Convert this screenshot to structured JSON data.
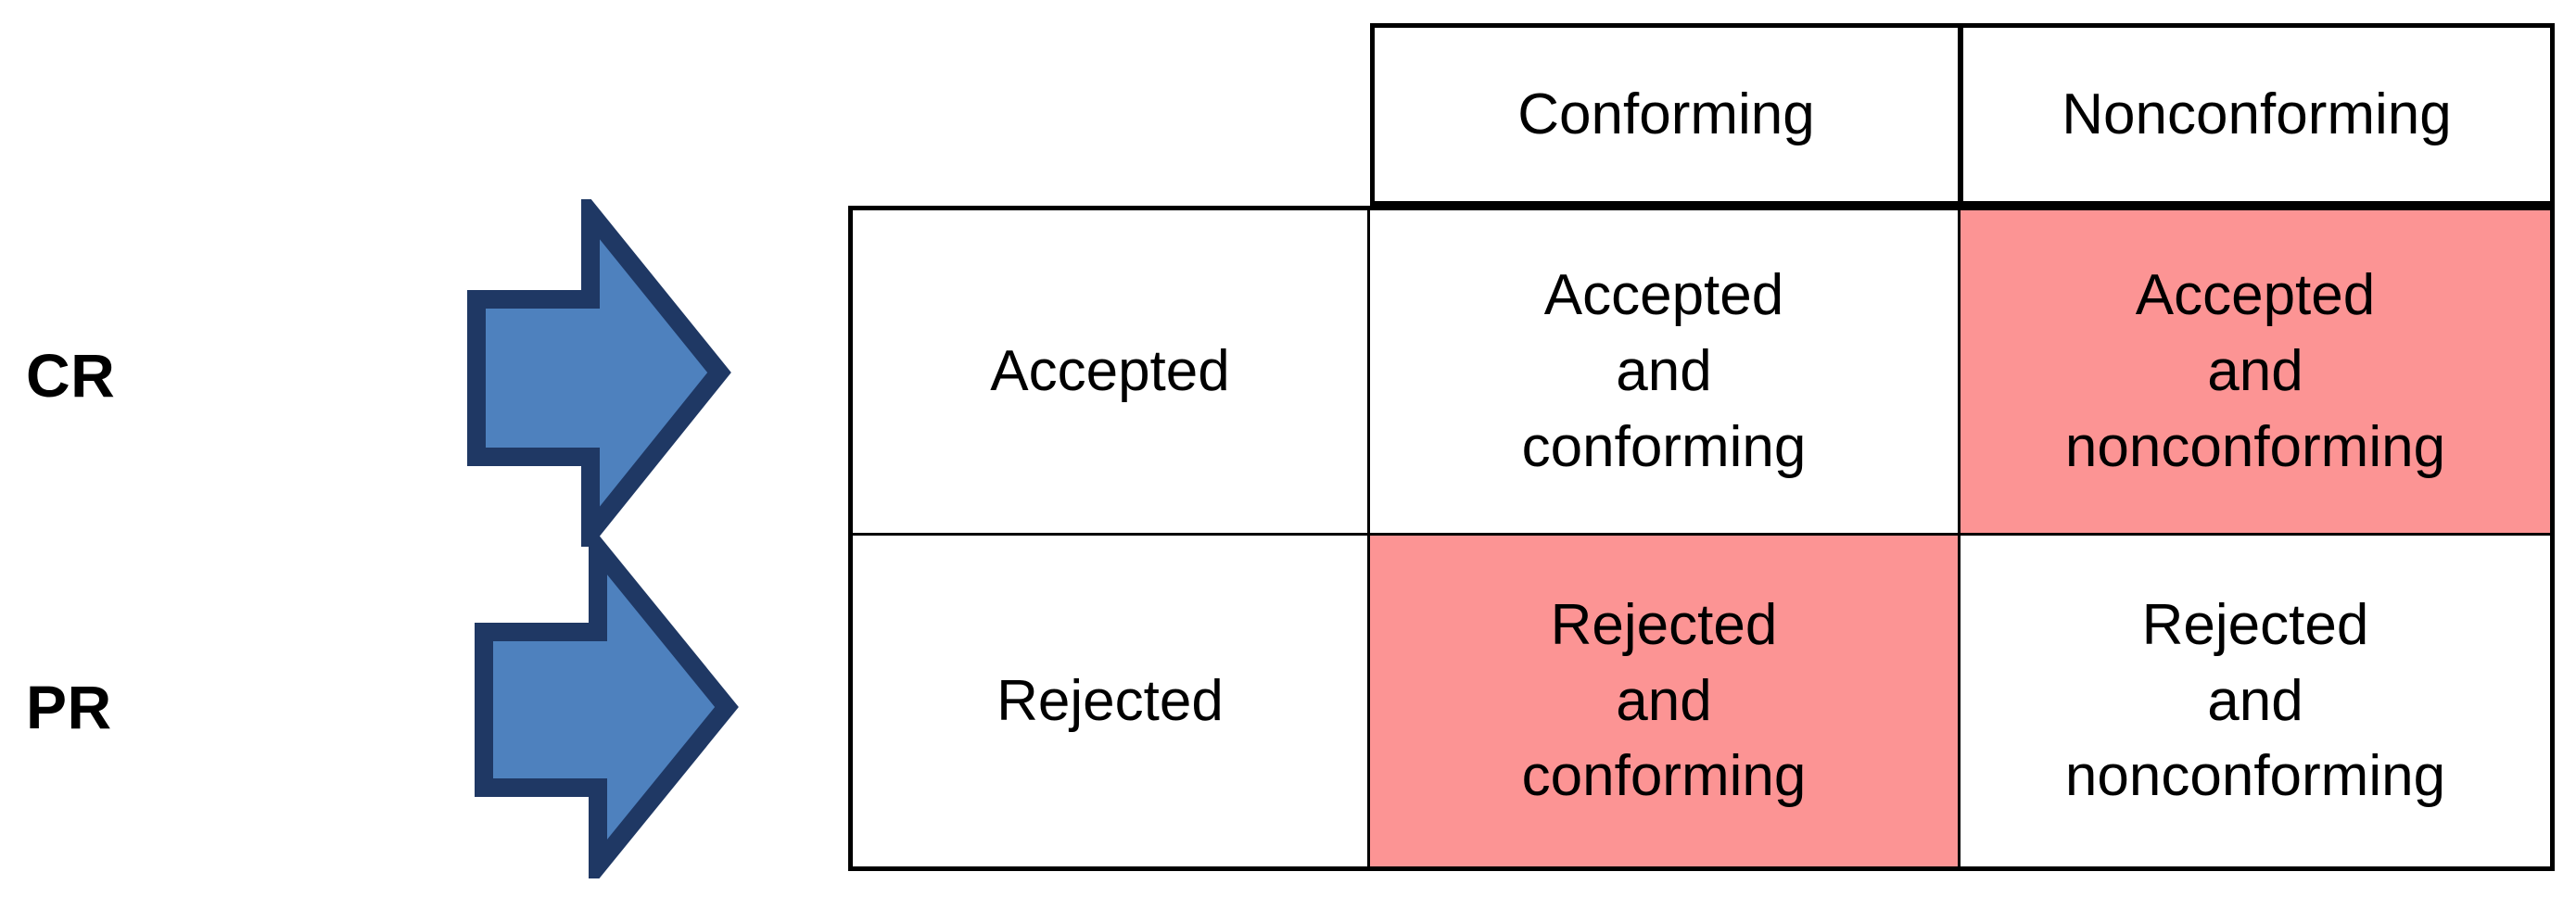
{
  "diagram": {
    "type": "matrix-table",
    "accent_blue_fill": "#4e81be",
    "accent_blue_outline": "#1f3864",
    "highlight_pink": "#fc9494",
    "border_color": "#000000"
  },
  "row_labels": [
    {
      "id": "cr",
      "text": "CR",
      "arrow_icon": "right-arrow-icon"
    },
    {
      "id": "pr",
      "text": "PR",
      "arrow_icon": "right-arrow-icon"
    }
  ],
  "table": {
    "column_headers": [
      "Conforming",
      "Nonconforming"
    ],
    "row_headers": [
      "Accepted",
      "Rejected"
    ],
    "cells": [
      [
        {
          "text": "Accepted\nand\nconforming",
          "lines": [
            "Accepted",
            "and",
            "conforming"
          ],
          "highlighted": false
        },
        {
          "text": "Accepted\nand\nnonconforming",
          "lines": [
            "Accepted",
            "and",
            "nonconforming"
          ],
          "highlighted": true
        }
      ],
      [
        {
          "text": "Rejected\nand\nconforming",
          "lines": [
            "Rejected",
            "and",
            "conforming"
          ],
          "highlighted": true
        },
        {
          "text": "Rejected\nand\nnonconforming",
          "lines": [
            "Rejected",
            "and",
            "nonconforming"
          ],
          "highlighted": false
        }
      ]
    ]
  }
}
